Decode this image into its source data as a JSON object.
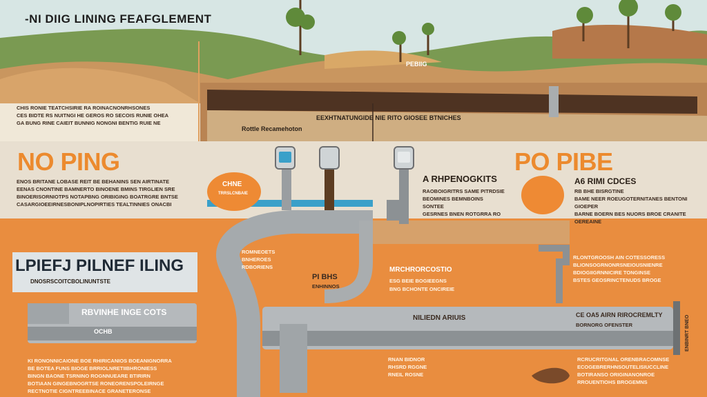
{
  "header": {
    "title": "-NI DIIG LINING FEAFGLEMENT"
  },
  "surface": {
    "sign_label": "PEBIIG",
    "left_caption_lines": [
      "CHIS RONIE TEATCHSIRIE RA ROINACNONRHSONES",
      "CES BIDTE RS NUITNGI HE GEROS RO SECOIS RUNIE OHEA",
      "GA BUNG RINE CAIEIT BUNNIG NONGNI BENTIG RUIE NE"
    ],
    "trench_caption": "Rottle Recamehoton",
    "center_caption": "EEXHTNATUNGIDE NIE RITO GIOSEE BTNICHES"
  },
  "left_panel": {
    "heading": "NO PING",
    "lines": [
      "ENOS BRITANE LOBASE REIT BE BEHANINS SEN AIRTINATE",
      "EENAS CNONTINE BAMNERTO BINOENE BMINS TIRGLIEN SRE",
      "BINOERISORNIOTPS NOTAPBNG ORIBIGING BOATRGRE BNTSE",
      "CASARGIOEEIRNESBONIPLNOPIRTIES TEALTINNIES ONACBI"
    ],
    "bubble_label": "CHNE",
    "bubble_sub": "TRRSLCNBAIE"
  },
  "center_panel": {
    "heading": "A RHPENOGKITS",
    "lines": [
      "RAOBOIGRITRS SAME PITRDSIE",
      "BEOMINES BEMNBOINS SONTEE",
      "GESRNES BNEN ROTGRRA RO"
    ]
  },
  "right_panel": {
    "heading": "PO PIBE",
    "subheading": "A6 RIMI CDCES",
    "lines": [
      "RB BHE BISRGTINE",
      "BAME NEER ROEUGOTERNITANES BENTONI GIOEPER",
      "BARNE BOERN BES NUORS BROE CRANITE OEREAINE"
    ]
  },
  "lower_left": {
    "label_title": "LPIEFJ PILNEF ILING",
    "label_sub": "DNOSRSCOITCBOLINUNTSTE",
    "pipe_heading": "RBVINHE INGE COTS",
    "pipe_tag": "OCHB",
    "lines": [
      "KI RONONNICAIONE BOE RHIRICANIOS BOEANIGNORRA",
      "BE BOTEA FUNS BIOGE BRRIOLNRETIIBHRONIESS",
      "BINGN BAONE TSRNINO ROGNNUEARE BTIRIRN",
      "BOTIAAN GINGEBNOGRTSE RONEORENSPOLEIRNGE",
      "RECTNOTIE CIGNTREEBINACE GRANETERONSE"
    ]
  },
  "lower_center": {
    "tag_left": [
      "ROMNEOETS",
      "BNHEROES",
      "RDBORIENS"
    ],
    "label_bend": "PI BHS",
    "label_bend_sub": "ENHINNOS",
    "heading_mid": "MRCHRORCOSTIO",
    "sub_mid": "ESG BEIE BOGIEEGNS",
    "sub_mid2": "BNG BCHONTE ONCIREIE",
    "pipe_text": "NILIEDN ARIUIS",
    "bottom_lines": [
      "RNAN BIDNOR",
      "RHSRD RGGNE",
      "RNEIL ROSNE"
    ]
  },
  "lower_right": {
    "lines": [
      "RLONTGROOSH AIN COTESSORESS",
      "BLIONSOGRNONRSNEIOUSNIENRE",
      "BDIOGIIGRNNICIRE TONGINSE",
      "BSTES GEOSRINCTENUDS BROGE"
    ],
    "pipe_label": "CE OA5 AIRN RIROCREMLTY",
    "pipe_label2": "BORNORG OFENSTER",
    "bottom_lines": [
      "RCRUCRITGNAL ORENBRACOMNSE",
      "ECOGEBRERHNSOUTELISIUCCLINE",
      "BOTIRANSO ORIGINANONROE",
      "RROUENTIOHS BROGEMNS"
    ],
    "side_label": "ENBINRT BNEO"
  },
  "colors": {
    "orange": "#ec8a2e",
    "band_orange": "#e98d3f",
    "pipe_gray": "#b5b9bc",
    "soil": "#c9965f",
    "grass": "#7a9a52",
    "sky": "#d7e6e4",
    "water": "#3aa0c9"
  }
}
